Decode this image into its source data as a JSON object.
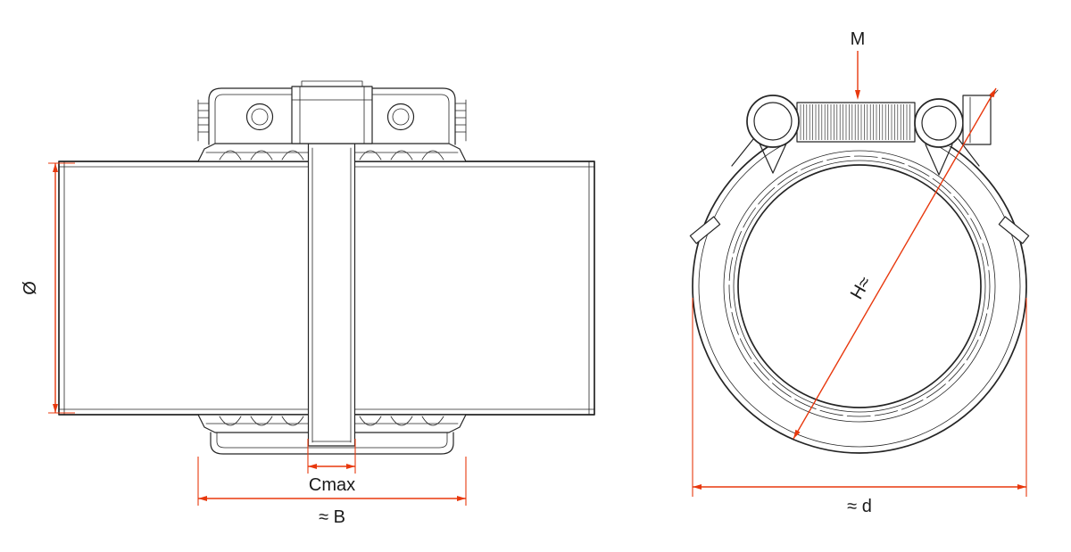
{
  "colors": {
    "drawing_line": "#252525",
    "dimension_line": "#e8380d",
    "label_text": "#1a1a1a",
    "background": "#ffffff"
  },
  "side_view": {
    "labels": {
      "diameter": "Ø",
      "clearance": "Cmax",
      "overall_width": "≈ B"
    }
  },
  "end_view": {
    "labels": {
      "screw": "M",
      "height": "H≈",
      "outer_diameter": "≈ d"
    }
  }
}
